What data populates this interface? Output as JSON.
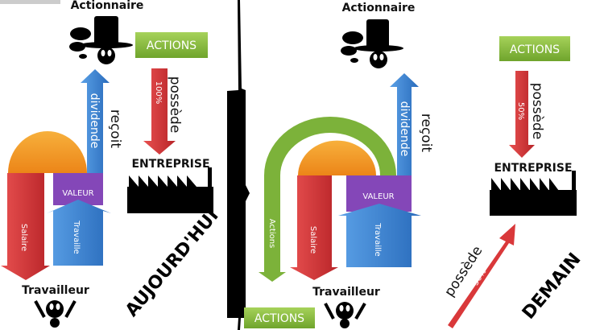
{
  "today": {
    "title": "AUJOURD'HUI",
    "shareholder_label": "Actionnaire",
    "actions_label": "ACTIONS",
    "owns_label": "possède",
    "owns_percent": "100%",
    "dividend_label": "dividende",
    "receives_label": "reçoit",
    "company_label": "ENTREPRISE",
    "value_label": "VALEUR",
    "salary_label": "Salaire",
    "work_label": "Travaille",
    "worker_label": "Travailleur"
  },
  "tomorrow": {
    "title": "DEMAIN",
    "shareholder_label": "Actionnaire",
    "actions_label": "ACTIONS",
    "owns_label": "possède",
    "owns_percent": "50%",
    "dividend_label": "dividende",
    "receives_label": "reçoit",
    "company_label": "ENTREPRISE",
    "value_label": "VALEUR",
    "salary_label": "Salaire",
    "work_label": "Travaille",
    "worker_label": "Travailleur",
    "arch_label": "Actions",
    "worker_actions_label": "ACTIONS",
    "worker_owns_label": "possède",
    "worker_owns_percent": "50%"
  },
  "colors": {
    "green": "#8cbf3f",
    "red": "#d9383a",
    "blue": "#3b82d1",
    "purple": "#8447b8",
    "orange": "#f39a24"
  }
}
